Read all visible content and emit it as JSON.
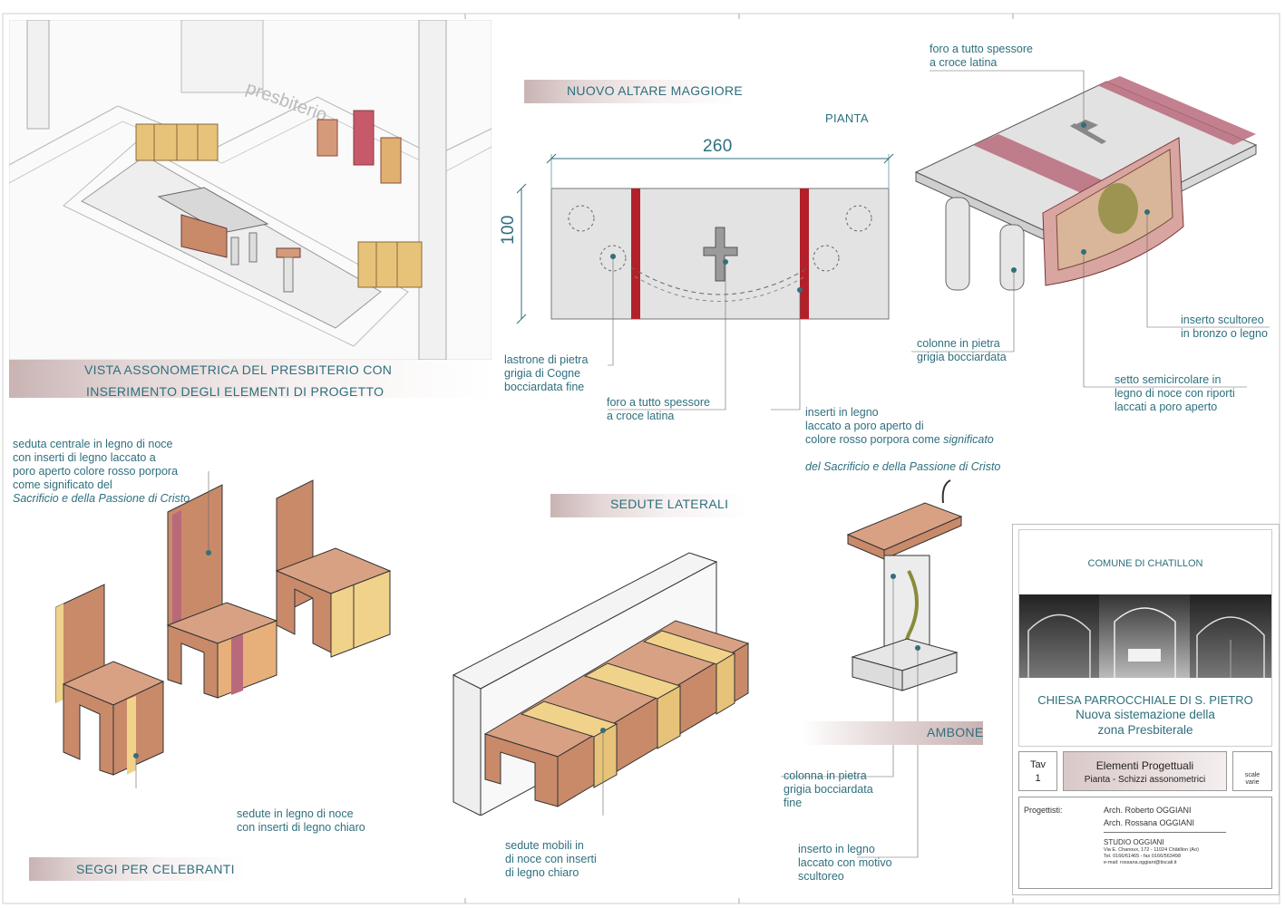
{
  "sections": {
    "axo_title_1": "VISTA ASSONOMETRICA DEL PRESBITERIO CON",
    "axo_title_2": "INSERIMENTO DEGLI ELEMENTI DI PROGETTO",
    "altar_title": "NUOVO ALTARE MAGGIORE",
    "plan_label": "PIANTA",
    "lateral_seats_title": "SEDUTE LATERALI",
    "ambo_title": "AMBONE",
    "celebrants_title": "SEGGI PER CELEBRANTI"
  },
  "plan": {
    "width_dim": "260",
    "depth_dim": "100"
  },
  "notes": {
    "altar_stone": "lastrone di pietra\ngrigia di Cogne\nbocciardata  fine",
    "altar_cross_hole": "foro a tutto spessore\na croce latina",
    "altar_wood_inserts_1": "inserti in legno\nlaccato a poro aperto di\ncolore rosso porpora come ",
    "altar_wood_inserts_italic_1": "significato",
    "altar_wood_inserts_italic_2": "del Sacrificio e della Passione di Cristo",
    "axo_cross_hole": "foro a tutto spessore\na croce latina",
    "columns": "colonne in pietra\ngrigia bocciardata",
    "sculpt_insert": "inserto scultoreo\nin bronzo o legno",
    "semicircle": "setto semicircolare in\nlegno di noce con riporti\nlaccati a poro aperto",
    "central_seat_1": "seduta centrale in legno di noce\ncon inserti di legno laccato a\nporo aperto colore rosso porpora\ncome significato del",
    "central_seat_italic": "Sacrificio e della Passione di Cristo",
    "walnut_seats": "sedute in legno di noce\ncon inserti di legno chiaro",
    "mobile_seats": "sedute mobili in\ndi noce con inserti\ndi legno chiaro",
    "ambo_column": "colonna in pietra\ngrigia bocciardata\nfine",
    "ambo_insert": "inserto in legno\nlaccato con motivo\nscultoreo"
  },
  "title_block": {
    "comune": "COMUNE DI CHATILLON",
    "church": "CHIESA PARROCCHIALE DI S. PIETRO",
    "subtitle_1": "Nuova sistemazione della",
    "subtitle_2": "zona Presbiterale",
    "tav_label": "Tav",
    "tav_number": "1",
    "elements_title": "Elementi Progettuali",
    "elements_sub": "Pianta - Schizzi assonometrici",
    "scale": "scale\nvarie",
    "designers_label": "Progettisti:",
    "designer_1": "Arch. Roberto OGGIANI",
    "designer_2": "Arch. Rossana OGGIANI",
    "studio": "STUDIO OGGIANI",
    "studio_details": "Via E. Chanoux, 172 - 11024 Châtillon (Ao)\nTel. 0166/61465 - fax 0166/563498\ne-mail: rossana.oggiani@tiscali.it"
  },
  "colors": {
    "teal_text": "#2e6f7d",
    "crimson_insert": "#b3202a",
    "walnut": "#c98a6a",
    "light_wood": "#f0d28a",
    "stone": "#e4e4e4"
  }
}
